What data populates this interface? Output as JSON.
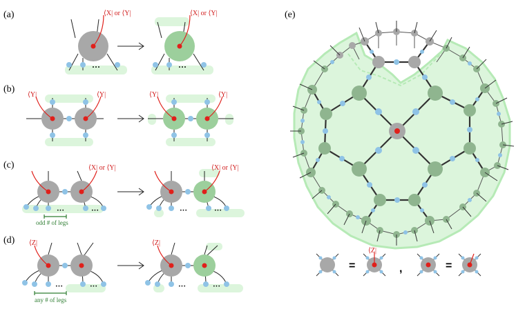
{
  "panels": {
    "a": {
      "label": "(a)",
      "red_text": "⟨X| or ⟨Y|"
    },
    "b": {
      "label": "(b)",
      "red_left": "⟨Y|",
      "red_right": "⟨Y|"
    },
    "c": {
      "label": "(c)",
      "red_text": "⟨X| or ⟨Y|",
      "note": "odd # of legs"
    },
    "d": {
      "label": "(d)",
      "red_text": "⟨Z|",
      "note": "any # of legs"
    },
    "e": {
      "label": "(e)"
    }
  },
  "legend": {
    "eq1": "=",
    "sep": ",",
    "eq2": "=",
    "z_label": "⟨Z|"
  },
  "ellipsis": "···",
  "colors": {
    "gray": "#a8a8a8",
    "green": "#9ccf9c",
    "green_light": "#dcf5dc",
    "green_edge": "#b6eab6",
    "blue": "#8fc3e6",
    "red": "#e0201b",
    "dark_green": "#2e7d32"
  }
}
